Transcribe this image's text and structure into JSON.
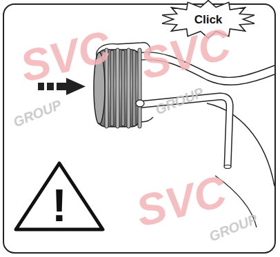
{
  "diagram": {
    "nodes": [
      {
        "text": [
          "Click"
        ]
      },
      {
        "text": [
          "!"
        ]
      }
    ],
    "labels": [
      "SVC",
      "GROUP",
      "SVC",
      "GROUP",
      "SVC",
      "GROUP"
    ]
  }
}
